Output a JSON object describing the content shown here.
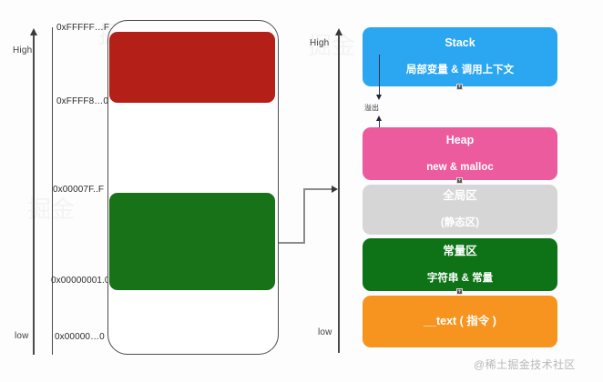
{
  "left_panel": {
    "axis": {
      "high_label": "High",
      "low_label": "low"
    },
    "address_labels": [
      "0xFFFFF…F",
      "0xFFFF8…0",
      "0x00007F..F",
      "0x00000001.0",
      "0x00000…0"
    ],
    "memory_blocks": [
      {
        "name": "high-memory-region",
        "color": "#b41f17"
      },
      {
        "name": "low-memory-region",
        "color": "#187218"
      }
    ]
  },
  "right_panel": {
    "axis": {
      "high_label": "High",
      "low_label": "low"
    },
    "overflow_label": "溢出",
    "segments": [
      {
        "title": "Stack",
        "subtitle": "局部变量 & 调用上下文",
        "color": "#2ba6f0",
        "has_handle": true
      },
      {
        "title": "Heap",
        "subtitle": "new & malloc",
        "color": "#ec5b9e",
        "has_handle": true
      },
      {
        "title": "全局区",
        "subtitle": "(静态区)",
        "color": "#d6d6d6",
        "has_handle": false
      },
      {
        "title": "常量区",
        "subtitle": "字符串 & 常量",
        "color": "#0d7316",
        "has_handle": true
      },
      {
        "title": "__text ( 指令 )",
        "subtitle": "",
        "color": "#f79420",
        "has_handle": false
      }
    ]
  },
  "watermark": "@稀土掘金技术社区",
  "ghost_watermarks": [
    "掘金",
    "掘金",
    "掘金",
    "掘金"
  ],
  "colors": {
    "stack": "#2ba6f0",
    "heap": "#ec5b9e",
    "global": "#d6d6d6",
    "const": "#0d7316",
    "text_seg": "#f79420",
    "red_block": "#b41f17",
    "green_block": "#187218"
  }
}
